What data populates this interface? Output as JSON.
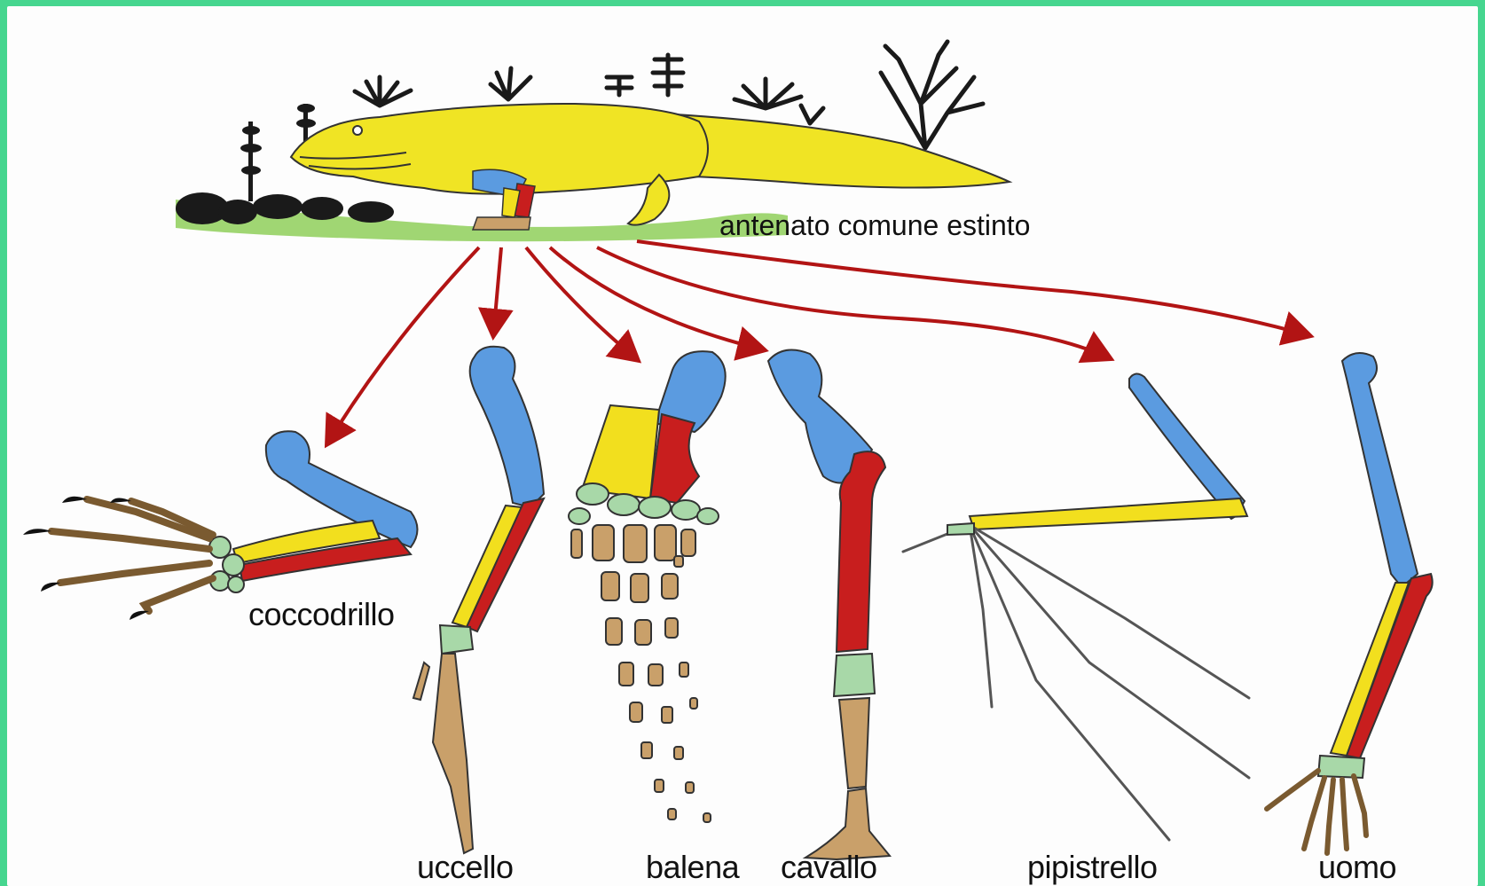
{
  "diagram": {
    "ancestor_label": "antenato comune estinto",
    "labels": {
      "crocodile": "coccodrillo",
      "bird": "uccello",
      "whale": "balena",
      "horse": "cavallo",
      "bat": "pipistrello",
      "human": "uomo"
    }
  },
  "colors": {
    "frame": "#46d68f",
    "background": "#fdfdfd",
    "humerus": "#5b9be0",
    "radius": "#f2df1e",
    "ulna": "#c81e1e",
    "carpals": "#a8d8a8",
    "phalanges": "#c9a06a",
    "arrow": "#b21414",
    "ancestor_body": "#f0e424",
    "vegetation": "#1a1a1a",
    "ground": "#8fcf5a"
  }
}
